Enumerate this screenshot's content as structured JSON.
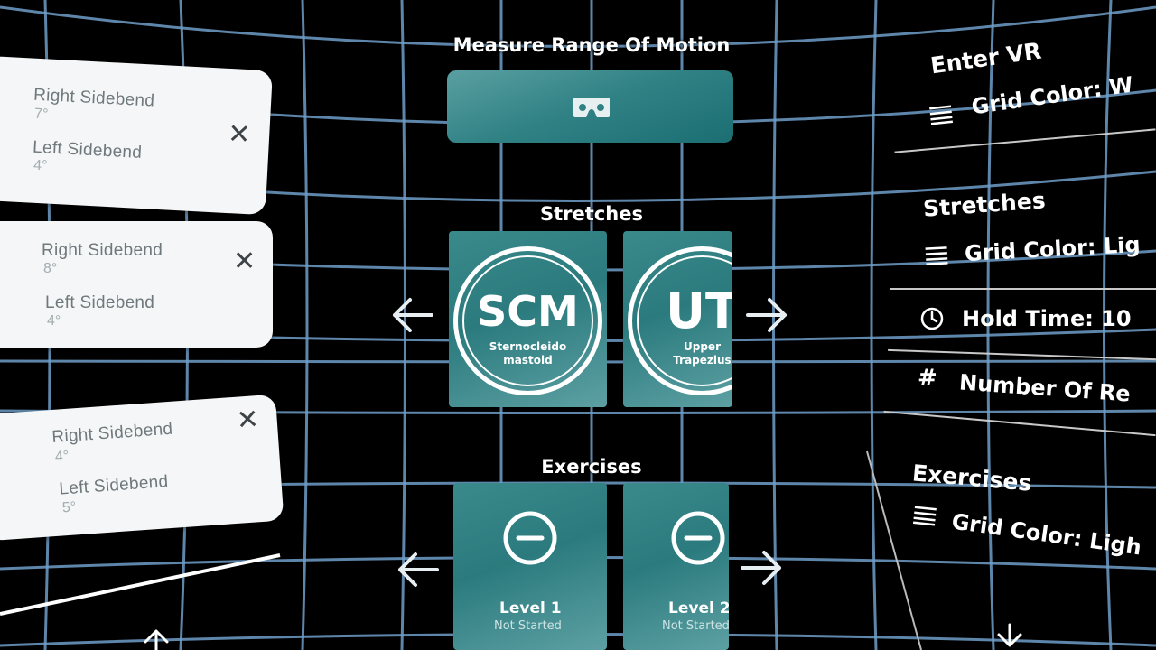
{
  "history": [
    {
      "first_label": "Right Sidebend",
      "first_value": "7°",
      "second_label": "Left Sidebend",
      "second_value": "4°",
      "close": "✕"
    },
    {
      "first_label": "Right Sidebend",
      "first_value": "8°",
      "second_label": "Left Sidebend",
      "second_value": "4°",
      "close": "✕"
    },
    {
      "first_label": "Right Sidebend",
      "first_value": "4°",
      "second_label": "Left Sidebend",
      "second_value": "5°",
      "close": "✕"
    }
  ],
  "center": {
    "measure_title": "Measure Range Of Motion",
    "vr_icon": "vr-headset-icon",
    "stretches_title": "Stretches",
    "stretches": [
      {
        "abbr": "SCM",
        "name_line1": "Sternocleido",
        "name_line2": "mastoid"
      },
      {
        "abbr": "UT",
        "name_line1": "Upper",
        "name_line2": "Trapezius"
      }
    ],
    "exercises_title": "Exercises",
    "exercises": [
      {
        "level": "Level 1",
        "status": "Not Started",
        "icon": "minus-circle-icon"
      },
      {
        "level": "Level 2",
        "status": "Not Started",
        "icon": "minus-circle-icon"
      }
    ],
    "arrow_left": "arrow-left-icon",
    "arrow_right": "arrow-right-icon"
  },
  "settings": {
    "enter_vr": {
      "title": "Enter VR",
      "grid_color": "Grid Color: W"
    },
    "stretches": {
      "title": "Stretches",
      "grid_color": "Grid Color: Lig",
      "hold_time": "Hold Time: 10",
      "reps": "Number Of Re"
    },
    "exercises": {
      "title": "Exercises",
      "grid_color": "Grid Color: Ligh"
    }
  },
  "colors": {
    "teal": "#2f8184",
    "grid_line": "#6f9ec8",
    "card_bg": "#f4f6f7"
  }
}
